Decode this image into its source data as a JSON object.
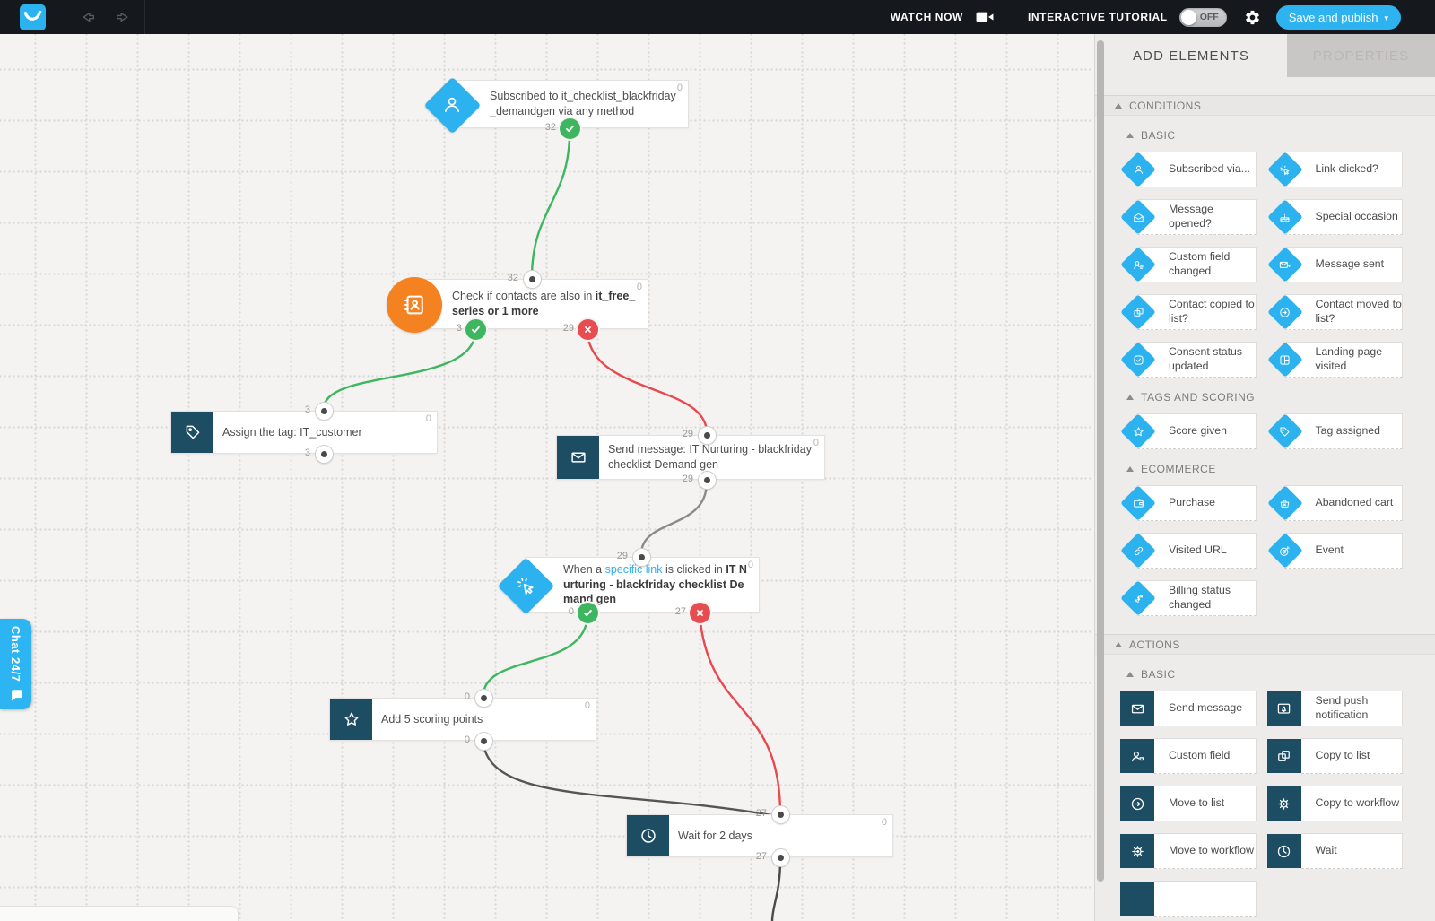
{
  "topbar": {
    "watch_now": "WATCH NOW",
    "interactive_tutorial": "INTERACTIVE TUTORIAL",
    "toggle_off": "OFF",
    "save_button": "Save and publish",
    "accent_color": "#2cb3f0"
  },
  "chat_tab": {
    "label": "Chat 24/7"
  },
  "sidebar": {
    "tabs": [
      {
        "label": "ADD ELEMENTS",
        "active": true
      },
      {
        "label": "PROPERTIES",
        "active": false
      }
    ],
    "sections": [
      {
        "title": "CONDITIONS",
        "groups": [
          {
            "title": "BASIC",
            "items": [
              {
                "icon": "subscribed-person-icon",
                "label": "Subscribed via...",
                "type": "condition"
              },
              {
                "icon": "link-clicked-icon",
                "label": "Link clicked?",
                "type": "condition"
              },
              {
                "icon": "message-opened-icon",
                "label": "Message opened?",
                "type": "condition"
              },
              {
                "icon": "special-occasion-icon",
                "label": "Special occasion",
                "type": "condition"
              },
              {
                "icon": "custom-field-icon",
                "label": "Custom field changed",
                "type": "condition"
              },
              {
                "icon": "message-sent-icon",
                "label": "Message sent",
                "type": "condition"
              },
              {
                "icon": "contact-copied-icon",
                "label": "Contact copied to list?",
                "type": "condition"
              },
              {
                "icon": "contact-moved-icon",
                "label": "Contact moved to list?",
                "type": "condition"
              },
              {
                "icon": "consent-status-icon",
                "label": "Consent status updated",
                "type": "condition"
              },
              {
                "icon": "landing-page-icon",
                "label": "Landing page visited",
                "type": "condition"
              }
            ]
          },
          {
            "title": "TAGS AND SCORING",
            "items": [
              {
                "icon": "score-star-icon",
                "label": "Score given",
                "type": "condition"
              },
              {
                "icon": "tag-icon",
                "label": "Tag assigned",
                "type": "condition"
              }
            ]
          },
          {
            "title": "ECOMMERCE",
            "items": [
              {
                "icon": "purchase-icon",
                "label": "Purchase",
                "type": "condition"
              },
              {
                "icon": "abandoned-cart-icon",
                "label": "Abandoned cart",
                "type": "condition"
              },
              {
                "icon": "visited-url-icon",
                "label": "Visited URL",
                "type": "condition"
              },
              {
                "icon": "event-icon",
                "label": "Event",
                "type": "condition"
              },
              {
                "icon": "billing-status-icon",
                "label": "Billing status changed",
                "type": "condition"
              }
            ]
          }
        ]
      },
      {
        "title": "ACTIONS",
        "groups": [
          {
            "title": "BASIC",
            "items": [
              {
                "icon": "send-message-icon",
                "label": "Send message",
                "type": "action"
              },
              {
                "icon": "send-push-icon",
                "label": "Send push notification",
                "type": "action"
              },
              {
                "icon": "custom-field-action-icon",
                "label": "Custom field",
                "type": "action"
              },
              {
                "icon": "copy-to-list-icon",
                "label": "Copy to list",
                "type": "action"
              },
              {
                "icon": "move-to-list-icon",
                "label": "Move to list",
                "type": "action"
              },
              {
                "icon": "copy-to-workflow-icon",
                "label": "Copy to workflow",
                "type": "action"
              },
              {
                "icon": "move-to-workflow-icon",
                "label": "Move to workflow",
                "type": "action"
              },
              {
                "icon": "wait-clock-icon",
                "label": "Wait",
                "type": "action"
              },
              {
                "icon": "",
                "label": "",
                "type": "action"
              }
            ]
          }
        ]
      }
    ]
  },
  "canvas": {
    "nodes": [
      {
        "id": "n1",
        "icon": "subscribed-person-icon",
        "counter": "0",
        "segments": [
          {
            "t": "Subscribed to it_checklist_blackfriday_demandgen via any method"
          }
        ],
        "connectors": [
          {
            "pos": "bottom",
            "kind": "check",
            "label": "32"
          }
        ]
      },
      {
        "id": "n2",
        "icon": "contact-book-icon",
        "counter": "0",
        "segments": [
          {
            "t": "Check if contacts are also in "
          },
          {
            "t": "it_free_series or 1 more",
            "b": true
          }
        ],
        "connectors": [
          {
            "pos": "top",
            "kind": "dot",
            "label": "32"
          },
          {
            "pos": "bottom-left",
            "kind": "check",
            "label": "3"
          },
          {
            "pos": "bottom-right",
            "kind": "cross",
            "label": "29"
          }
        ]
      },
      {
        "id": "n3",
        "icon": "tag-icon",
        "counter": "0",
        "segments": [
          {
            "t": "Assign the tag: IT_customer"
          }
        ],
        "connectors": [
          {
            "pos": "top",
            "kind": "dot",
            "label": "3"
          },
          {
            "pos": "bottom",
            "kind": "dot",
            "label": "3"
          }
        ]
      },
      {
        "id": "n4",
        "icon": "send-message-icon",
        "counter": "0",
        "segments": [
          {
            "t": "Send message: IT Nurturing - blackfriday checklist Demand gen"
          }
        ],
        "connectors": [
          {
            "pos": "top",
            "kind": "dot",
            "label": "29"
          },
          {
            "pos": "bottom",
            "kind": "dot",
            "label": "29"
          }
        ]
      },
      {
        "id": "n5",
        "icon": "link-clicked-icon",
        "counter": "0",
        "segments": [
          {
            "t": "When a "
          },
          {
            "t": "specific link",
            "link": true
          },
          {
            "t": " is clicked in "
          },
          {
            "t": "IT Nurturing - blackfriday checklist Demand gen",
            "b": true
          }
        ],
        "connectors": [
          {
            "pos": "top",
            "kind": "dot",
            "label": "29"
          },
          {
            "pos": "bottom-left",
            "kind": "check",
            "label": "0"
          },
          {
            "pos": "bottom-right",
            "kind": "cross",
            "label": "27"
          }
        ]
      },
      {
        "id": "n6",
        "icon": "score-star-icon",
        "counter": "0",
        "segments": [
          {
            "t": "Add 5 scoring points"
          }
        ],
        "connectors": [
          {
            "pos": "top",
            "kind": "dot",
            "label": "0"
          },
          {
            "pos": "bottom",
            "kind": "dot",
            "label": "0"
          }
        ]
      },
      {
        "id": "n7",
        "icon": "wait-clock-icon",
        "counter": "0",
        "segments": [
          {
            "t": "Wait for 2 days"
          }
        ],
        "connectors": [
          {
            "pos": "top",
            "kind": "dot",
            "label": "27"
          },
          {
            "pos": "bottom",
            "kind": "dot",
            "label": "27"
          }
        ]
      }
    ],
    "colors": {
      "condition_blue": "#2cb2ef",
      "action_teal": "#1d4d63",
      "filter_orange": "#f58220",
      "yes_green": "#3eb660",
      "no_red": "#e74c50"
    }
  }
}
